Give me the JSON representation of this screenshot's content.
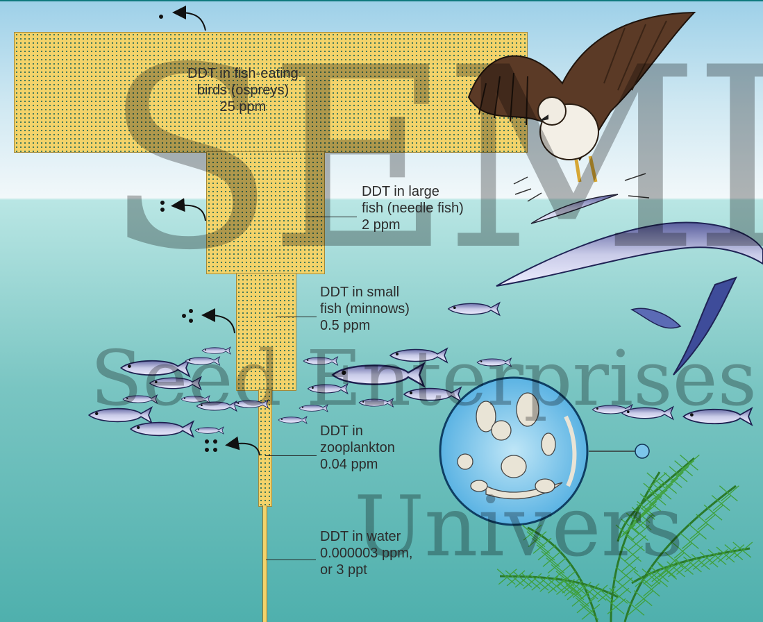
{
  "levels": [
    {
      "line1": "DDT in fish-eating",
      "line2": "birds (ospreys)",
      "line3": "25 ppm"
    },
    {
      "line1": "DDT in large",
      "line2": "fish (needle fish)",
      "line3": "2 ppm"
    },
    {
      "line1": "DDT in small",
      "line2": "fish (minnows)",
      "line3": "0.5 ppm"
    },
    {
      "line1": "DDT in",
      "line2": "zooplankton",
      "line3": "0.04 ppm"
    },
    {
      "line1": "DDT in water",
      "line2": "0.000003 ppm,",
      "line3": "or 3 ppt"
    }
  ],
  "watermark": {
    "main": "SEMIS",
    "sub": "Seed Enterprises Mana",
    "univ": "Univers"
  },
  "colors": {
    "bar": "#f3d36a",
    "dots": "#2f6f5a",
    "water": "#4fb0ad",
    "sky": "#9dd0e8"
  }
}
